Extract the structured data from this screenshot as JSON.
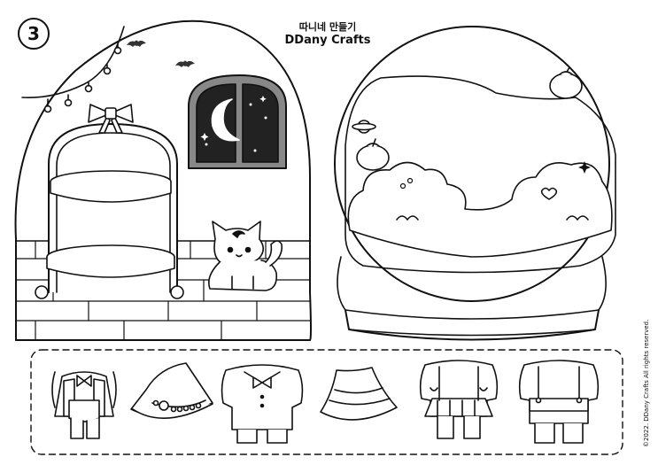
{
  "page": {
    "number": "3",
    "title_ko": "따니네 만들기",
    "title_en": "DDany Crafts",
    "copyright": "©2022. DDany Crafts All rights reserved."
  },
  "icons": {
    "left_scene": [
      "bat-icon",
      "string-lights-icon",
      "arched-window-icon",
      "crescent-moon-icon",
      "stars-icon",
      "tiered-stand-icon",
      "bow-icon",
      "cat-icon",
      "brick-wall-icon"
    ],
    "right_scene": [
      "snow-globe-icon",
      "pumpkin-icon",
      "planet-icon",
      "cloud-icon",
      "sparkle-icon",
      "heart-icon"
    ],
    "cutouts": [
      "maid-outfit-icon",
      "witch-hat-icon",
      "suit-outfit-icon",
      "striped-witch-hat-icon",
      "dress-outfit-icon",
      "overalls-outfit-icon"
    ]
  }
}
